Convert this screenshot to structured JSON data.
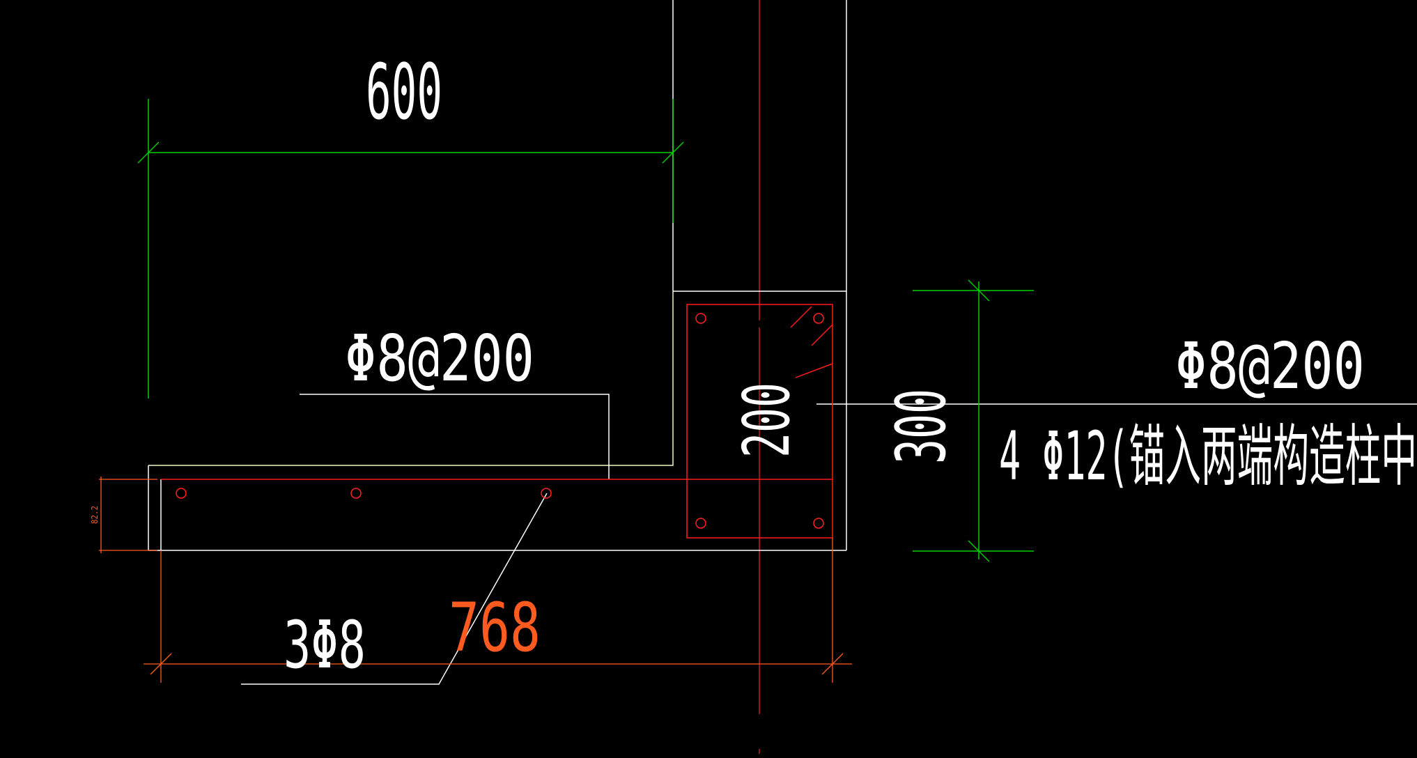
{
  "colors": {
    "background": "#000000",
    "outline": "#ffffff",
    "dimension": "#00c800",
    "rebar": "#ff0000",
    "orange_dim": "#ff5a1f",
    "slab_edge": "#ffff66"
  },
  "labels": {
    "dim_top": "600",
    "stirrup_left": "Φ8@200",
    "stirrup_right": "Φ8@200",
    "beam_main": "4 Φ12(锚入两端构造柱中",
    "dim_right": "300",
    "dim_column": "200",
    "dim_slab": "82.2",
    "dim_bottom": "768",
    "bottom_bars": "3Φ8"
  }
}
